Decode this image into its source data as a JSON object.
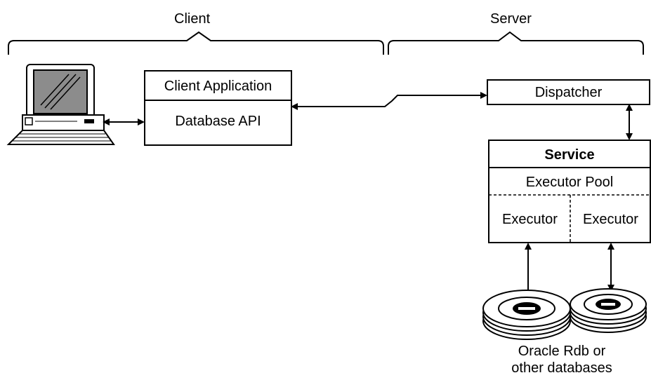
{
  "groups": {
    "client": "Client",
    "server": "Server"
  },
  "client_app": {
    "title": "Client Application",
    "api": "Database API"
  },
  "dispatcher": {
    "label": "Dispatcher"
  },
  "service": {
    "title": "Service",
    "pool": "Executor Pool",
    "executor_left": "Executor",
    "executor_right": "Executor"
  },
  "databases": {
    "line1": "Oracle Rdb or",
    "line2": "other databases"
  },
  "icons": [
    "computer-icon",
    "database-disks-icon"
  ]
}
